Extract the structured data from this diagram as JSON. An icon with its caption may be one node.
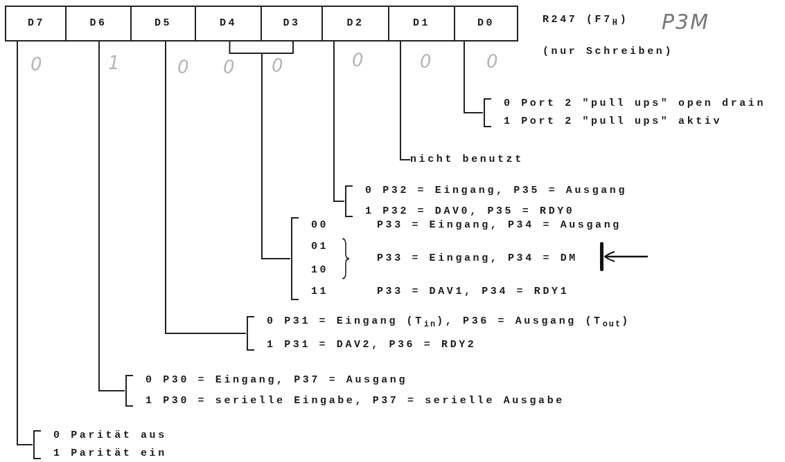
{
  "diagram": {
    "nodes": [
      {
        "text": [
          "D7"
        ]
      },
      {
        "text": [
          "D6"
        ]
      },
      {
        "text": [
          "D5"
        ]
      },
      {
        "text": [
          "D4"
        ]
      },
      {
        "text": [
          "D3"
        ]
      },
      {
        "text": [
          "D2"
        ]
      },
      {
        "text": [
          "D1"
        ]
      },
      {
        "text": [
          "D0"
        ]
      },
      {
        "text": [
          "0 Port 2 \"pull ups\" open drain",
          "1 Port 2 \"pull ups\" aktiv"
        ]
      },
      {
        "text": [
          "nicht benutzt"
        ]
      },
      {
        "text": [
          "0 P32 = Eingang, P35 = Ausgang",
          "1 P32 = DAV0, P35 = RDY0"
        ]
      },
      {
        "text": [
          "00",
          "P33 = Eingang, P34 = Ausgang",
          "01",
          "P33 = Eingang, P34 = DM",
          "10",
          "11",
          "P33 = DAV1, P34 = RDY1"
        ]
      },
      {
        "text": [
          "0 P31 = Eingang (T$_{in}$), P36 = Ausgang (T$_{out}$)",
          "1 P31 = DAV2, P36 = RDY2"
        ]
      },
      {
        "text": [
          "0 P30 = Eingang, P37 = Ausgang",
          "1 P30 = serielle Eingabe, P37 = serielle Ausgabe"
        ]
      },
      {
        "text": [
          "0 Parität aus",
          "1 Parität ein"
        ]
      },
      {
        "text": [],
        "shape": "bar",
        "in": 11
      }
    ],
    "edges": [
      {
        "from": 7,
        "to": 8,
        "arrow": "none"
      },
      {
        "from": 6,
        "to": 9,
        "arrow": "none"
      },
      {
        "from": 5,
        "to": 10,
        "arrow": "none"
      },
      {
        "from": 3,
        "to": 11,
        "arrow": "none"
      },
      {
        "from": 4,
        "to": 11,
        "arrow": "none"
      },
      {
        "from": 2,
        "to": 12,
        "arrow": "none"
      },
      {
        "from": 1,
        "to": 13,
        "arrow": "none"
      },
      {
        "from": 0,
        "to": 14,
        "arrow": "none"
      },
      {
        "from": null,
        "to": 15,
        "arrow": "to"
      }
    ],
    "labels": [
      "R247 (F7$_{H}$)",
      "P3M",
      "(nur Schreiben)",
      "0",
      "1",
      "0",
      "0",
      "0",
      "0",
      "0",
      "0"
    ]
  }
}
